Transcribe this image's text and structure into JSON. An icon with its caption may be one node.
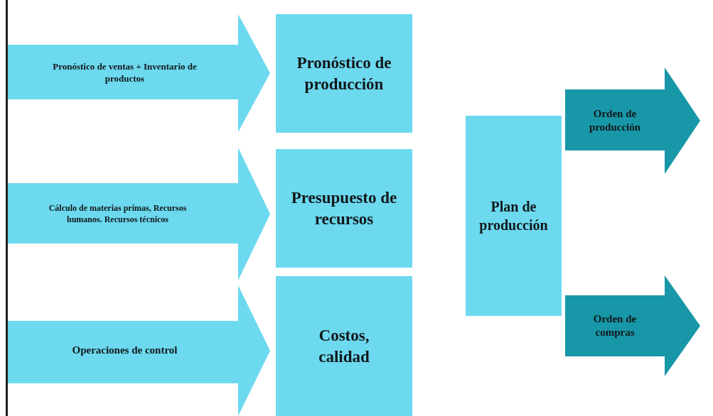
{
  "diagram": {
    "nodes": [
      {
        "text": [
          "Pronóstico de ventas + Inventario de productos"
        ]
      },
      {
        "text": [
          "Pronóstico de producción"
        ]
      },
      {
        "text": [
          "Cálculo de materias primas, Recursos humanos. Recursos técnicos"
        ]
      },
      {
        "text": [
          "Presupuesto de recursos"
        ]
      },
      {
        "text": [
          "Operaciones de control"
        ]
      },
      {
        "text": [
          "Costos, calidad"
        ]
      },
      {
        "text": [
          "Plan de producción"
        ]
      },
      {
        "text": [
          "Orden de producción"
        ]
      },
      {
        "text": [
          "Orden de compras"
        ]
      }
    ]
  }
}
